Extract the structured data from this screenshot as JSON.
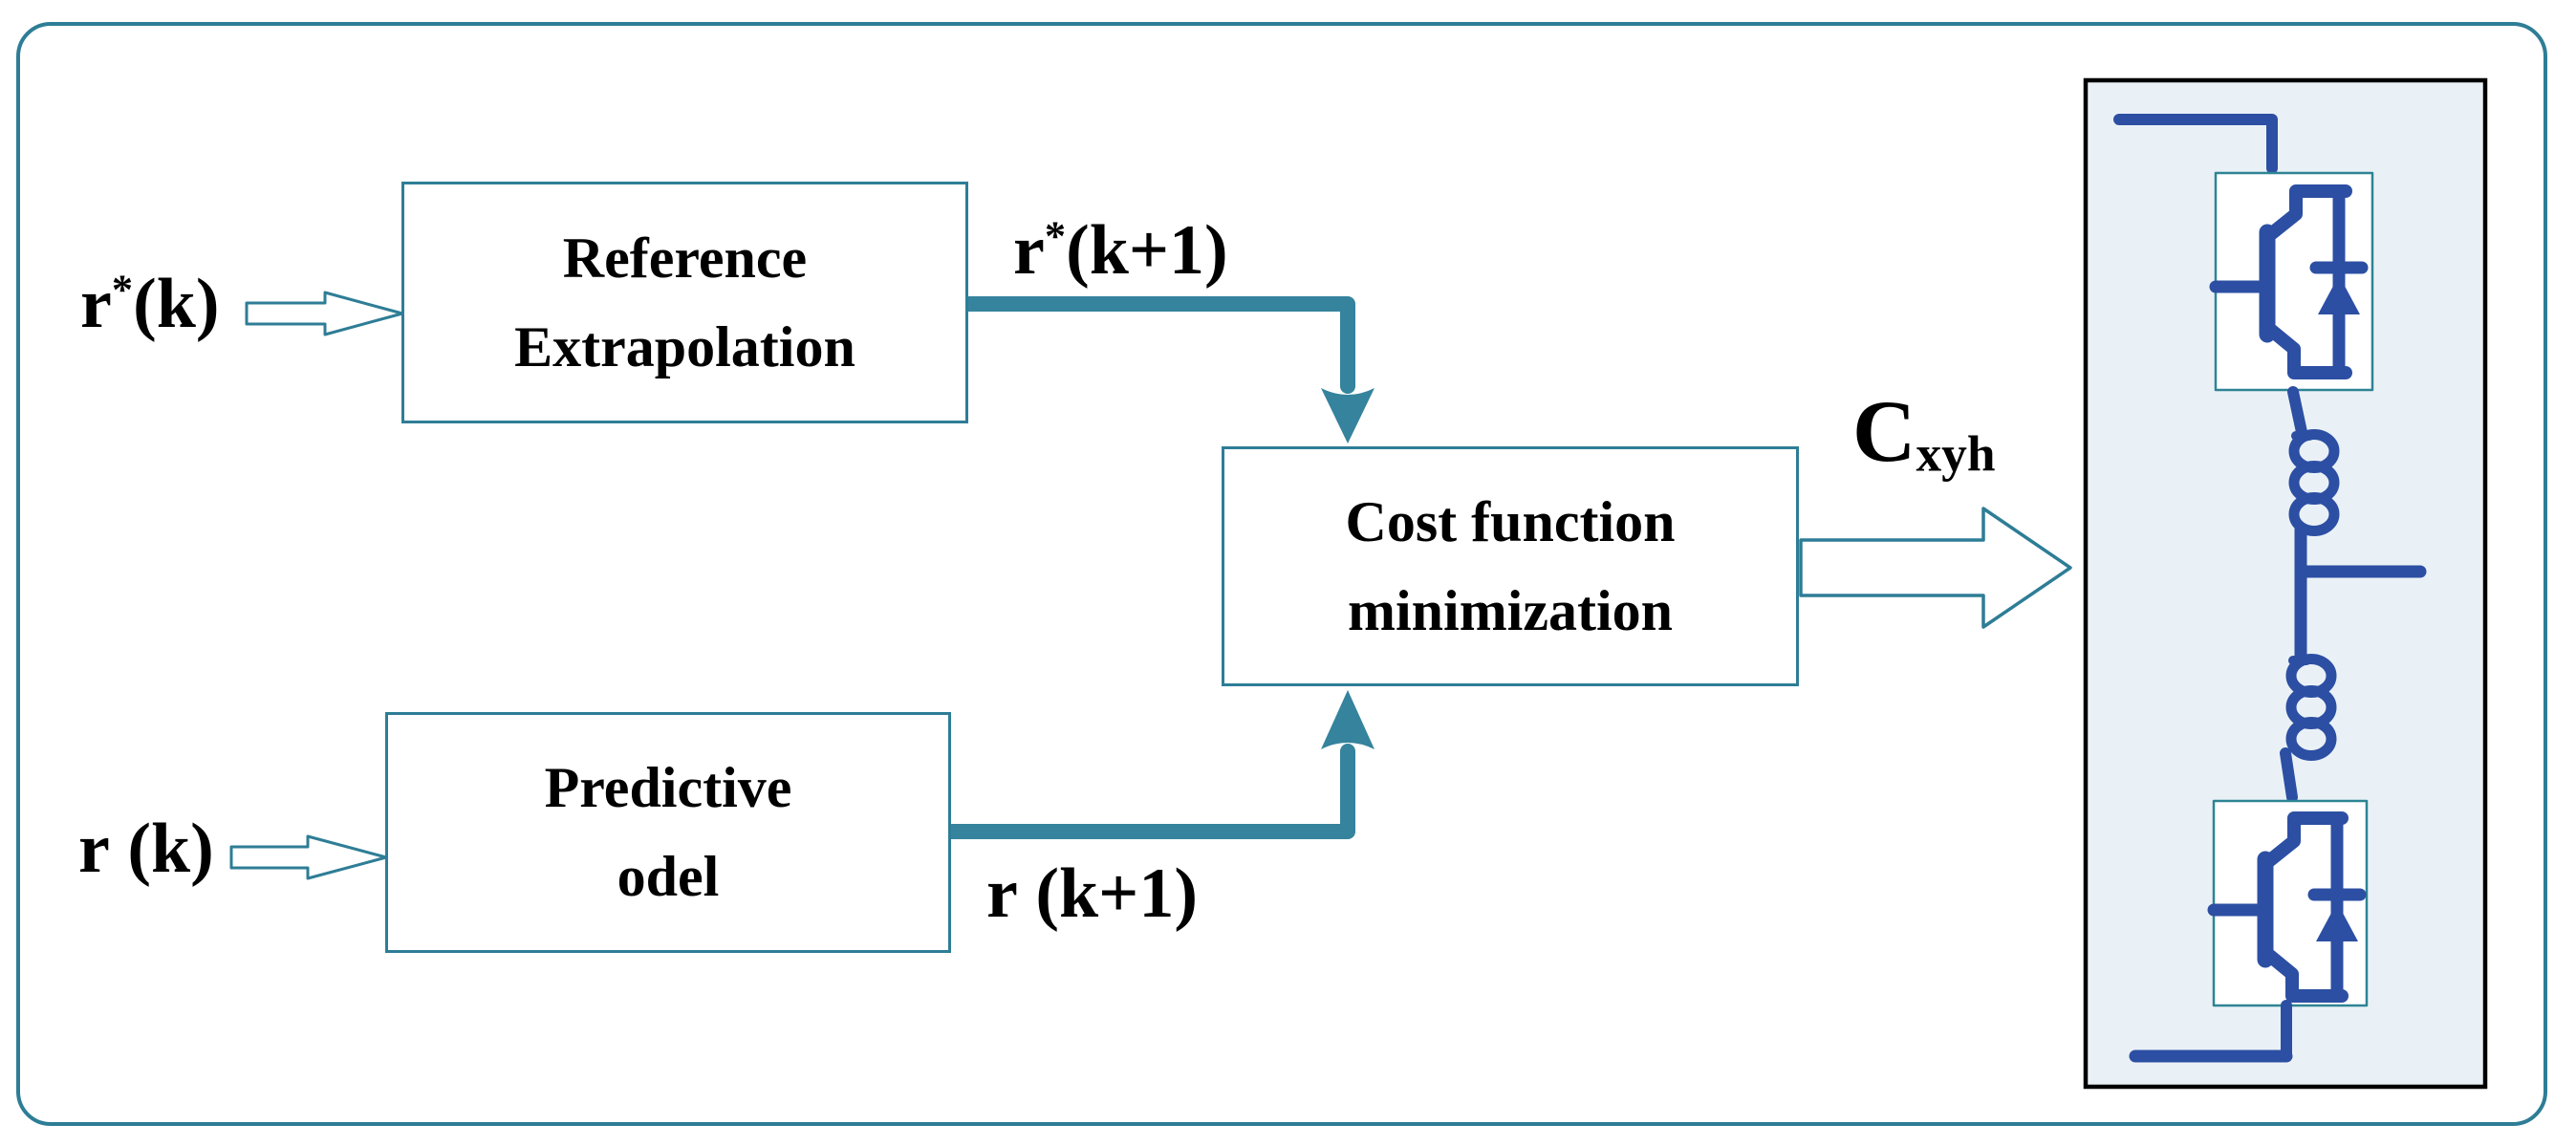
{
  "colors": {
    "outline_teal": "#2e7d96",
    "signal_teal": "#35839d",
    "circuit_blue": "#2c4fa3",
    "panel_fill": "#eaf1f6",
    "cell_border": "#2e8494",
    "text": "#000000"
  },
  "blocks": {
    "reference": {
      "line1": "Reference",
      "line2": "Extrapolation"
    },
    "cost": {
      "line1": "Cost function",
      "line2": "minimization"
    },
    "predictive": {
      "line1": "Predictive",
      "line2": "odel"
    }
  },
  "labels": {
    "input_top": {
      "base": "r",
      "sup": "*",
      "rest": "(k)"
    },
    "input_bottom": {
      "base": "r",
      "sup": "",
      "rest": " (k)"
    },
    "signal_top": {
      "base": "r",
      "sup": "*",
      "rest": "(k+1)"
    },
    "signal_bottom": {
      "base": "r",
      "sup": "",
      "rest": " (k+1)"
    },
    "output": {
      "base": "C",
      "sub": "xyh"
    }
  }
}
